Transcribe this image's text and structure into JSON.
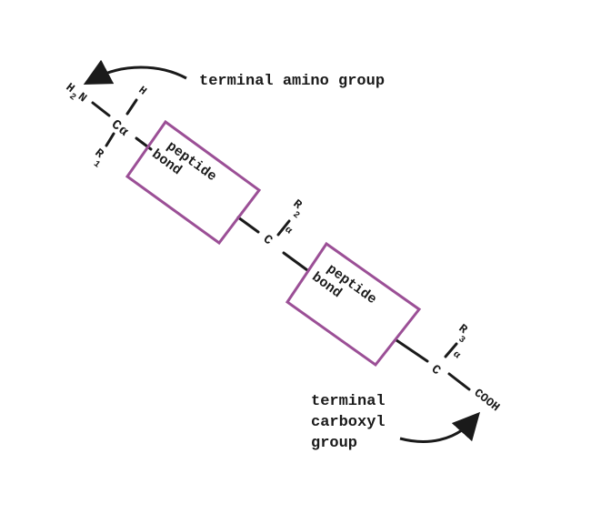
{
  "colors": {
    "ink": "#1a1a1a",
    "box_stroke": "#9b4f96"
  },
  "labels": {
    "terminal_amino": "terminal amino group",
    "terminal_carboxyl_line1": "terminal",
    "terminal_carboxyl_line2": "carboxyl",
    "terminal_carboxyl_line3": "group"
  },
  "peptide_bonds": [
    {
      "line1": "peptide",
      "line2": "bond"
    },
    {
      "line1": "peptide",
      "line2": "bond"
    }
  ],
  "atoms": {
    "h2": "H",
    "h2_sub": "2",
    "n": "N",
    "h_top": "H",
    "c_alpha": "C",
    "alpha": "α",
    "r1": "R",
    "r1_sub": "1",
    "c2": "C",
    "r2": "R",
    "r2_sub": "2",
    "alpha2": "α",
    "c3": "C",
    "r3": "R",
    "r3_sub": "3",
    "alpha3": "α",
    "cooh": "COOH"
  }
}
